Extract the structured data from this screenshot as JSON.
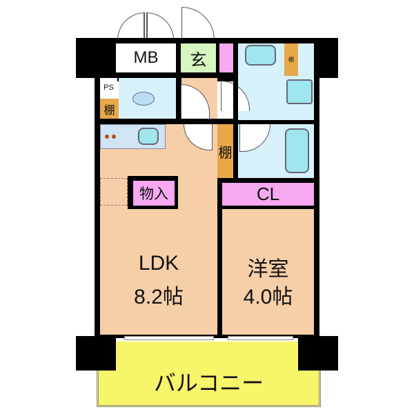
{
  "rooms": {
    "mb": "MB",
    "genkan": "玄",
    "ps": "PS",
    "shelf_toilet": "棚",
    "shelf_hall": "棚",
    "shelf_bath": "棚",
    "storage": "物入",
    "closet": "CL",
    "ldk_name": "LDK",
    "ldk_size": "8.2帖",
    "western_name": "洋室",
    "western_size": "4.0帖",
    "balcony": "バルコニー"
  },
  "colors": {
    "floor": "#f6cfa8",
    "wet": "#d6f1fa",
    "genkan": "#d6f5c0",
    "storage": "#f6a8f0",
    "shelf": "#e8a84a",
    "balcony": "#f7f56a"
  }
}
